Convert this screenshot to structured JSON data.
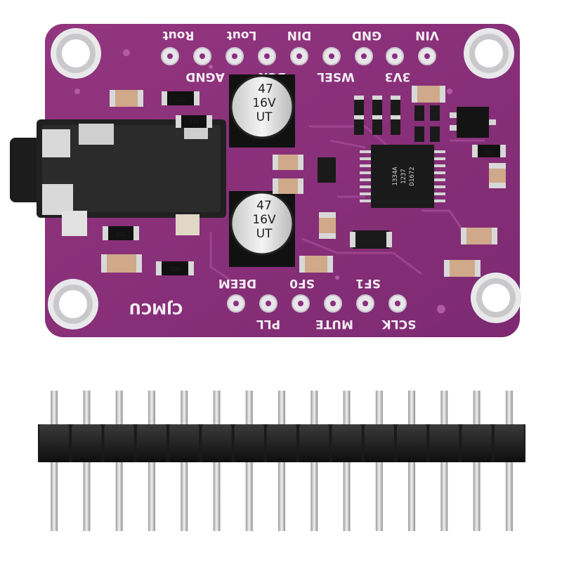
{
  "board": {
    "brand": "CJMCU",
    "colors": {
      "pcb": "#8a2f7e",
      "silk": "#f3ecf3",
      "pad": "#e8e6ea"
    },
    "top_labels": [
      "Rout",
      "Lout",
      "DIN",
      "GND",
      "VIN"
    ],
    "top_sub_labels": [
      "AGND",
      "BCK",
      "WSEL",
      "3V3"
    ],
    "bottom_labels": [
      "DEEM",
      "SF0",
      "SF1"
    ],
    "bottom_sub_labels": [
      "PLL",
      "MUTE",
      "SCLK"
    ],
    "capacitor_upper": {
      "line1": "47",
      "line2": "16V",
      "line3": "UT"
    },
    "capacitor_lower": {
      "line1": "47",
      "line2": "16V",
      "line3": "UT"
    },
    "resistor_codes": [
      "101",
      "224",
      "101",
      "224",
      "103"
    ],
    "chip_marking": [
      "1334A",
      "1237",
      "D1672"
    ]
  },
  "header": {
    "pin_count": 15,
    "color": "#1a1a1a"
  }
}
